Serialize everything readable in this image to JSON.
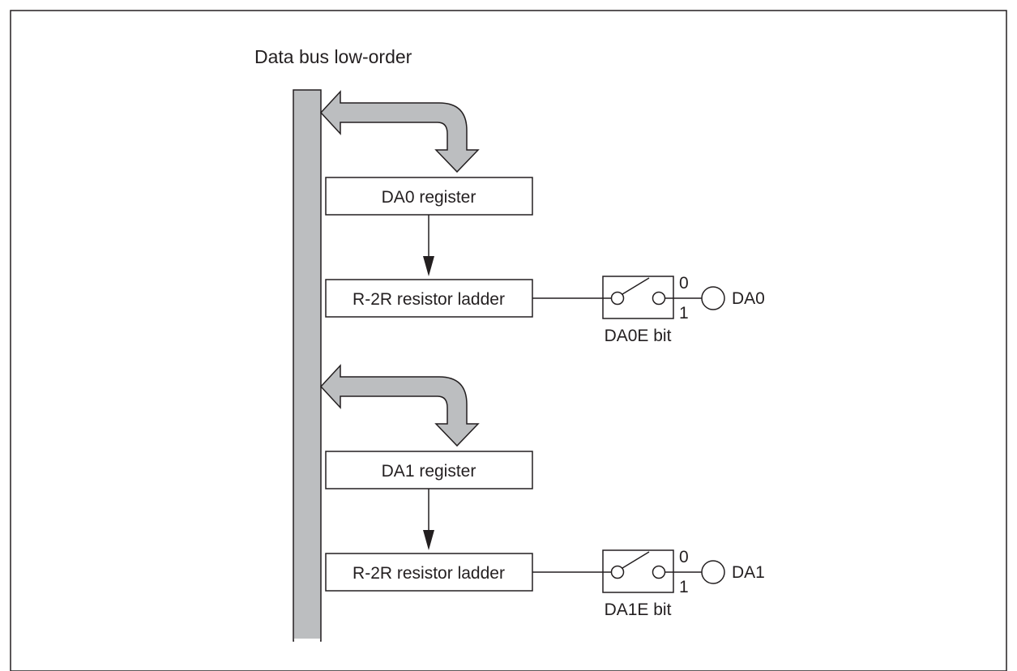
{
  "title": "Data bus low-order",
  "colors": {
    "bus_fill": "#bcbec0",
    "line": "#231f20",
    "background": "#ffffff"
  },
  "channels": [
    {
      "register_label": "DA0 register",
      "ladder_label": "R-2R resistor ladder",
      "switch_bit_label": "DA0E bit",
      "switch_state_0": "0",
      "switch_state_1": "1",
      "output_pin_label": "DA0"
    },
    {
      "register_label": "DA1 register",
      "ladder_label": "R-2R resistor ladder",
      "switch_bit_label": "DA1E bit",
      "switch_state_0": "0",
      "switch_state_1": "1",
      "output_pin_label": "DA1"
    }
  ]
}
